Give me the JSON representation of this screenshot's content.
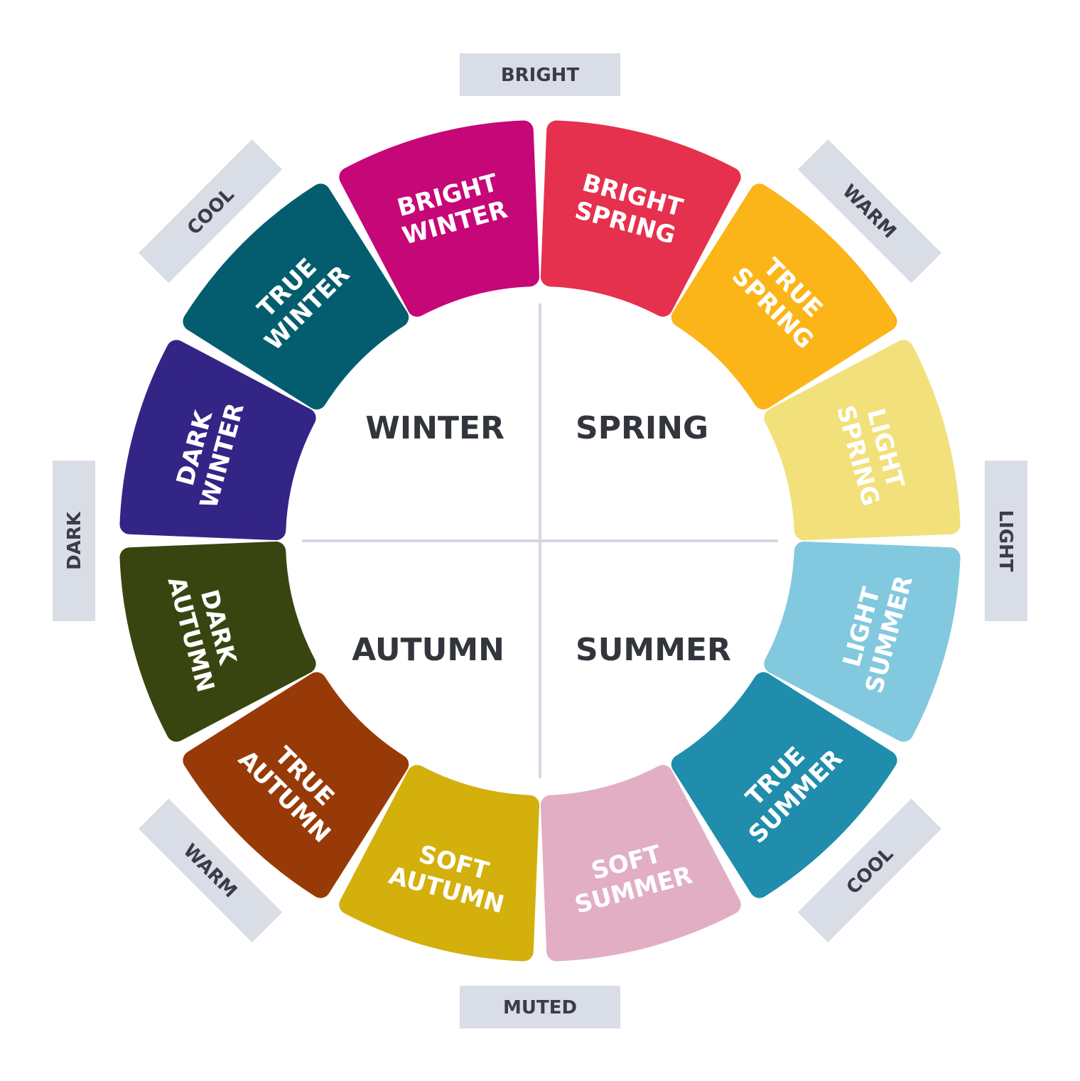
{
  "seasons": {
    "winter": "WINTER",
    "spring": "SPRING",
    "autumn": "AUTUMN",
    "summer": "SUMMER"
  },
  "directions": [
    {
      "label": "BRIGHT",
      "angle_deg": 0
    },
    {
      "label": "WARM",
      "angle_deg": 45
    },
    {
      "label": "LIGHT",
      "angle_deg": 90
    },
    {
      "label": "COOL",
      "angle_deg": 135
    },
    {
      "label": "MUTED",
      "angle_deg": 180
    },
    {
      "label": "WARM",
      "angle_deg": 225
    },
    {
      "label": "DARK",
      "angle_deg": 270
    },
    {
      "label": "COOL",
      "angle_deg": 315
    }
  ],
  "segments": [
    {
      "lines": [
        "BRIGHT",
        "SPRING"
      ],
      "color": "#e5314e"
    },
    {
      "lines": [
        "TRUE",
        "SPRING"
      ],
      "color": "#fbb519"
    },
    {
      "lines": [
        "LIGHT",
        "SPRING"
      ],
      "color": "#f2e07a"
    },
    {
      "lines": [
        "LIGHT",
        "SUMMER"
      ],
      "color": "#82c9df"
    },
    {
      "lines": [
        "TRUE",
        "SUMMER"
      ],
      "color": "#1f8dab"
    },
    {
      "lines": [
        "SOFT",
        "SUMMER"
      ],
      "color": "#e1aec4"
    },
    {
      "lines": [
        "SOFT",
        "AUTUMN"
      ],
      "color": "#d3b00c"
    },
    {
      "lines": [
        "TRUE",
        "AUTUMN"
      ],
      "color": "#983a07"
    },
    {
      "lines": [
        "DARK",
        "AUTUMN"
      ],
      "color": "#394511"
    },
    {
      "lines": [
        "DARK",
        "WINTER"
      ],
      "color": "#332586"
    },
    {
      "lines": [
        "TRUE",
        "WINTER"
      ],
      "color": "#035d6e"
    },
    {
      "lines": [
        "BRIGHT",
        "WINTER"
      ],
      "color": "#c60778"
    }
  ],
  "colors": {
    "label_box": "#d9dde6",
    "label_text": "#3b3d46",
    "divider": "#d4d8e2",
    "season_text": "#33353c"
  }
}
